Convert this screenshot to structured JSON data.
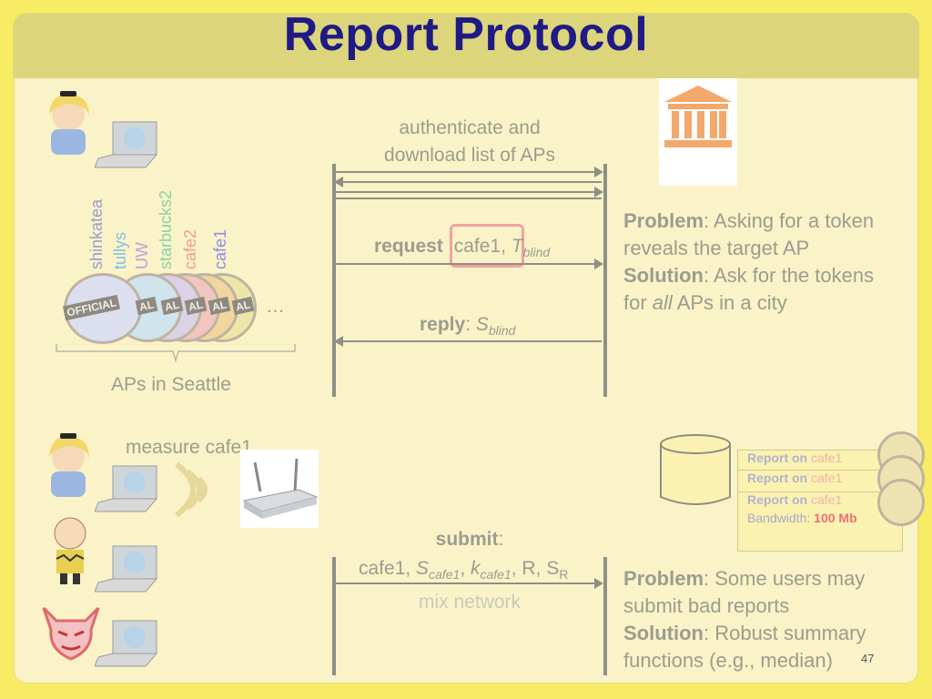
{
  "title": "Report Protocol",
  "page_number": "47",
  "top_section": {
    "auth_line1": "authenticate and",
    "auth_line2": "download list of APs",
    "request_label": "request",
    "request_item": "cafe1,",
    "request_t": "T",
    "request_t_sub": "blind",
    "reply_label": "reply",
    "reply_colon": ": ",
    "reply_s": "S",
    "reply_s_sub": "blind",
    "problem_label": "Problem",
    "problem_text": ": Asking for a token",
    "problem_text2": "reveals the target AP",
    "solution_label": "Solution",
    "solution_text": ": Ask for the tokens",
    "solution_text2_pre": "for ",
    "solution_text2_em": "all",
    "solution_text2_post": " APs in a city",
    "aps_caption": "APs in Seattle",
    "ellipsis": "…",
    "ap_names": [
      {
        "name": "shinkatea",
        "color": "#9c9ad0"
      },
      {
        "name": "tullys",
        "color": "#7fc0e8"
      },
      {
        "name": "UW",
        "color": "#bca0de"
      },
      {
        "name": "starbucks2",
        "color": "#8ad1a6"
      },
      {
        "name": "cafe2",
        "color": "#f19d90"
      },
      {
        "name": "cafe1",
        "color": "#8f8be4"
      }
    ],
    "coin_label": "OFFICIAL",
    "coin_label_short": "AL"
  },
  "bottom_section": {
    "measure": "measure cafe1",
    "submit_label": "submit",
    "submit_colon": ":",
    "submit_line": "cafe1, S_cafe1, k_cafe1, R, S_R",
    "submit_parts": {
      "p1": "cafe1, ",
      "s": "S",
      "s_sub": "cafe1",
      "comma1": ", ",
      "k": "k",
      "k_sub": "cafe1",
      "rest": ", R, S",
      "r_sub": "R"
    },
    "mix": "mix network",
    "problem_label": "Problem",
    "problem_text": ": Some users may",
    "problem_text2": "submit bad reports",
    "solution_label": "Solution",
    "solution_text": ": Robust summary",
    "solution_text2": "functions (e.g., median)",
    "reports": [
      {
        "prefix": "Report on ",
        "ap": "cafe1"
      },
      {
        "prefix": "Report on ",
        "ap": "cafe1"
      },
      {
        "prefix": "Report on ",
        "ap": "cafe1"
      }
    ],
    "bandwidth_label": "Bandwidth: ",
    "bandwidth_value": "100 Mb"
  },
  "colors": {
    "title": "#1f1a84",
    "background": "#f7ec63",
    "text": "#9c9c8e",
    "highlight": "#f2a1a1",
    "bandwidth": "#ee6f6f",
    "bank": "#f3a86c"
  },
  "icons": [
    "user-alice-icon",
    "laptop-icon",
    "bank-icon",
    "coin-icon",
    "wifi-signal-icon",
    "router-icon",
    "database-icon",
    "charlie-brown-icon",
    "devil-icon"
  ]
}
